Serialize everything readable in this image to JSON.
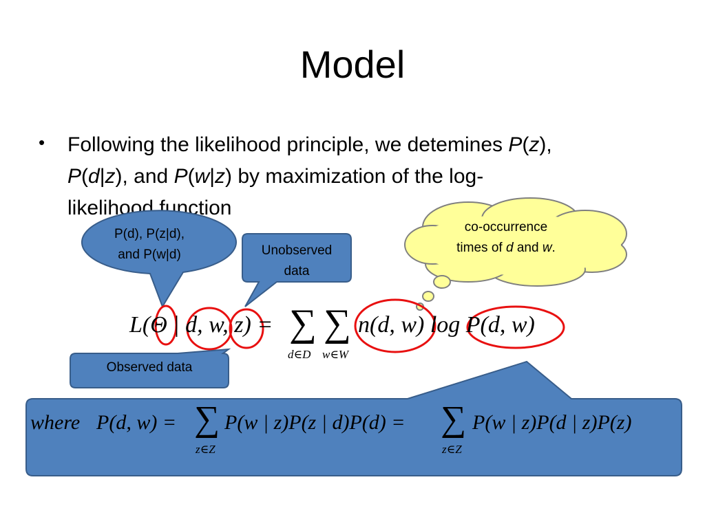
{
  "slide": {
    "title": "Model",
    "bullet": {
      "line1_a": "Following the likelihood principle, we detemines ",
      "line1_pz": "P",
      "line1_z": "z",
      "line1_end": "),",
      "line2_p1": "P",
      "line2_d": "d",
      "line2_z": "z",
      "line2_and": "), and ",
      "line2_p2": "P",
      "line2_w": "w",
      "line2_z2": "z",
      "line2_rest": ") by maximization of the log-",
      "line3": "likelihood function"
    }
  },
  "callouts": {
    "params": {
      "line1": "P(d), P(z|d),",
      "line2": "and P(w|d)"
    },
    "unobserved": {
      "line1": "Unobserved",
      "line2": "data"
    },
    "cooccurrence": {
      "line1": "co-occurrence",
      "line2_a": "times of ",
      "line2_d": "d",
      "line2_and": " and ",
      "line2_w": "w",
      "line2_end": "."
    },
    "observed": {
      "label": "Observed data"
    }
  },
  "equation_main": {
    "lhs": "L(Θ | d, w, z) =",
    "sum1": "∑",
    "sum1_sub": "d∈D",
    "sum2": "∑",
    "sum2_sub": "w∈W",
    "term": "n(d, w) log P(d, w)"
  },
  "equation_where": {
    "where": "where",
    "lhs": "P(d, w) =",
    "sum1": "∑",
    "sum1_sub": "z∈Z",
    "mid": "P(w | z)P(z | d)P(d) =",
    "sum2": "∑",
    "sum2_sub": "z∈Z",
    "rhs": "P(w | z)P(d | z)P(z)"
  },
  "colors": {
    "callout_blue": "#4f81bd",
    "callout_border": "#385d8a",
    "cloud_yellow": "#ffff99",
    "circle_red": "#e81010"
  }
}
